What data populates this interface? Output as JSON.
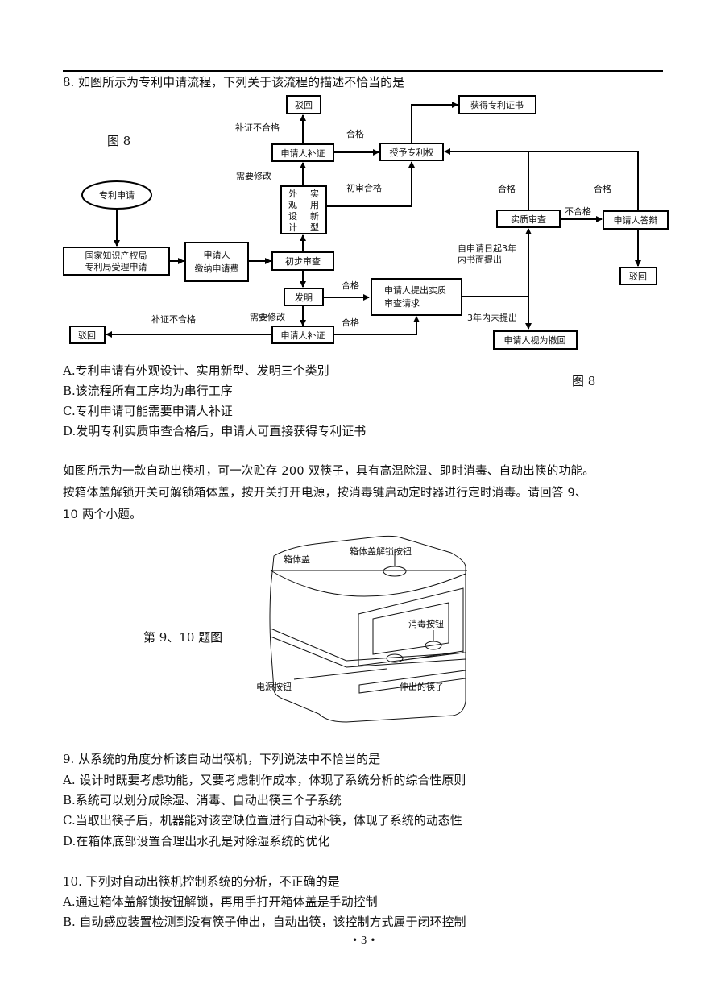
{
  "q8": {
    "stem": "8. 如图所示为专利申请流程，下列关于该流程的描述不恰当的是",
    "figure_label": "图 8",
    "options": [
      "A.专利申请有外观设计、实用新型、发明三个类别",
      "B.该流程所有工序均为串行工序",
      "C.专利申请可能需要申请人补证",
      "D.发明专利实质审查合格后，申请人可直接获得专利证书"
    ]
  },
  "flowchart": {
    "nodes": {
      "start": "专利申请",
      "accept_line1": "国家知识产权局",
      "accept_line2": "专利局受理申请",
      "fee_line1": "申请人",
      "fee_line2": "缴纳申请费",
      "prelim": "初步审查",
      "design_col1": [
        "外",
        "观",
        "设",
        "计"
      ],
      "design_col2": [
        "实",
        "用",
        "新",
        "型"
      ],
      "supplement_top": "申请人补证",
      "reject_top": "驳回",
      "grant": "授予专利权",
      "certificate": "获得专利证书",
      "invention": "发明",
      "supplement_bottom": "申请人补证",
      "reject_left": "驳回",
      "request_line1": "申请人提出实质",
      "request_line2": "审查请求",
      "substantive": "实质审查",
      "defense": "申请人答辩",
      "reject_right": "驳回",
      "withdrawn": "申请人视为撤回"
    },
    "edge_labels": {
      "supplement_fail_top": "补证不合格",
      "pass_top": "合格",
      "need_modify_top": "需要修改",
      "prelim_pass": "初审合格",
      "invention_pass": "合格",
      "need_modify_bottom": "需要修改",
      "supplement_fail_bottom": "补证不合格",
      "supplement_pass_bottom": "合格",
      "substantive_pass": "合格",
      "defense_pass": "合格",
      "substantive_fail": "不合格",
      "within3_line1": "自申请日起3年",
      "within3_line2": "内书面提出",
      "not_within3": "3年内未提出"
    }
  },
  "intro": {
    "line1": "如图所示为一款自动出筷机，可一次贮存 200 双筷子，具有高温除湿、即时消毒、自动出筷的功能。",
    "line2": "按箱体盖解锁开关可解锁箱体盖，按开关打开电源，按消毒键启动定时器进行定时消毒。请回答 9、",
    "line3": "10 两个小题。"
  },
  "machine_figure": {
    "caption": "第 9、10 题图",
    "labels": {
      "lid": "箱体盖",
      "unlock_button": "箱体盖解锁按钮",
      "disinfect_button": "消毒按钮",
      "power_button": "电源按钮",
      "chopsticks": "伸出的筷子"
    }
  },
  "q9": {
    "stem": "9. 从系统的角度分析该自动出筷机，下列说法中不恰当的是",
    "options": [
      "A.  设计时既要考虑功能，又要考虑制作成本，体现了系统分析的综合性原则",
      "B.系统可以划分成除湿、消毒、自动出筷三个子系统",
      "C.当取出筷子后，机器能对该空缺位置进行自动补筷，体现了系统的动态性",
      "D.在箱体底部设置合理出水孔是对除湿系统的优化"
    ]
  },
  "q10": {
    "stem": "10. 下列对自动出筷机控制系统的分析，不正确的是",
    "options": [
      "A.通过箱体盖解锁按钮解锁，再用手打开箱体盖是手动控制",
      "B.  自动感应装置检测到没有筷子伸出，自动出筷，该控制方式属于闭环控制"
    ]
  },
  "page_number": "• 3 •"
}
